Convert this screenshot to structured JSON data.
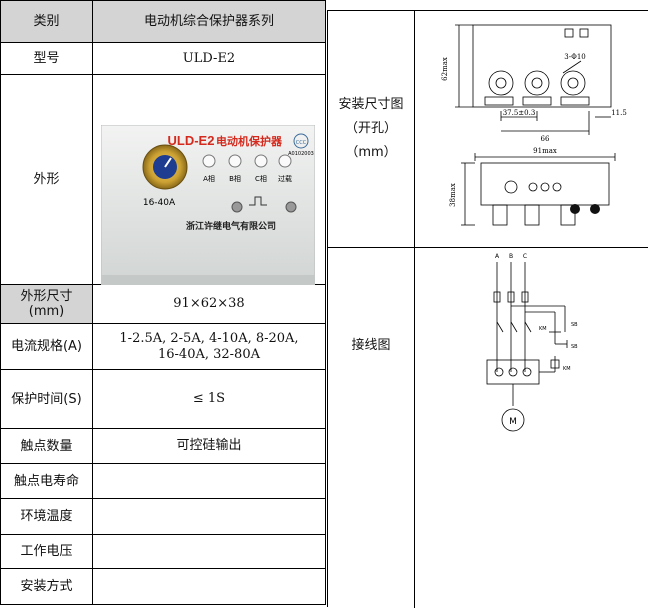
{
  "table": {
    "header": {
      "label": "类别",
      "value": "电动机综合保护器系列"
    },
    "rows": [
      {
        "label": "型号",
        "value": "ULD-E2"
      },
      {
        "label": "外形",
        "value": ""
      },
      {
        "label": "外形尺寸",
        "label2": "(mm)",
        "value": "91×62×38"
      },
      {
        "label": "电流规格(A)",
        "value": "1-2.5A, 2-5A, 4-10A, 8-20A,",
        "value2": "16-40A, 32-80A"
      },
      {
        "label": "保护时间(S)",
        "value": "≤ 1S"
      },
      {
        "label": "触点数量",
        "value": "可控硅输出"
      },
      {
        "label": "触点电寿命",
        "value": ""
      },
      {
        "label": "环境温度",
        "value": ""
      },
      {
        "label": "工作电压",
        "value": ""
      },
      {
        "label": "安装方式",
        "value": ""
      }
    ]
  },
  "device_photo": {
    "model_text": "ULD-E2",
    "name_text": "电动机保护器",
    "range_text": "16-40A",
    "phase_labels": [
      "A相",
      "B相",
      "C相",
      "过载"
    ],
    "maker_text": "浙江许继电气有限公司",
    "cert_text": "CCC",
    "cert_code": "A0102003"
  },
  "install": {
    "label_line1": "安装尺寸图",
    "label_line2": "（开孔）",
    "label_line3": "（mm）",
    "dims": {
      "height": "62max",
      "hole": "3-Φ10",
      "pitch": "37.5±0.3",
      "span": "66",
      "edge": "11.5",
      "width": "91max",
      "depth": "38max"
    }
  },
  "wiring": {
    "label": "接线图",
    "phases": [
      "A",
      "B",
      "C"
    ],
    "contactor": "KM",
    "button1": "SB",
    "button2": "SB",
    "coil": "KM",
    "motor": "M"
  },
  "colors": {
    "header_gray": "#d4d4d4",
    "brand_red": "#d42a1e",
    "device_body": "#e8eae8"
  }
}
